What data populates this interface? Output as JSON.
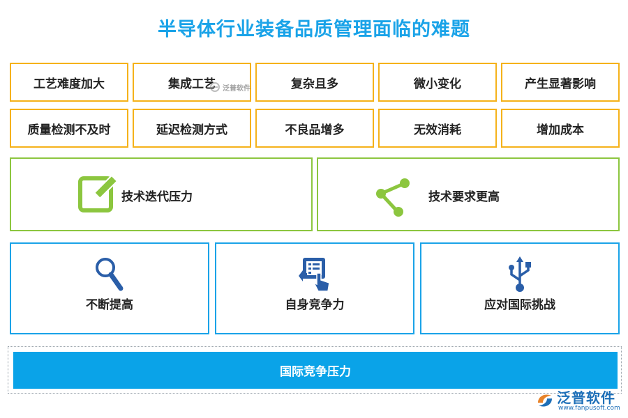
{
  "title": "半导体行业装备品质管理面临的难题",
  "row1": [
    "工艺难度加大",
    "集成工艺",
    "复杂且多",
    "微小变化",
    "产生显著影响"
  ],
  "row2": [
    "质量检测不及时",
    "延迟检测方式",
    "不良品增多",
    "无效消耗",
    "增加成本"
  ],
  "green": [
    {
      "label": "技术迭代压力",
      "icon": "edit-icon"
    },
    {
      "label": "技术要求更高",
      "icon": "share-icon"
    }
  ],
  "blue": [
    {
      "label": "不断提高",
      "icon": "magnifier-icon"
    },
    {
      "label": "自身竞争力",
      "icon": "touch-tablet-icon"
    },
    {
      "label": "应对国际挑战",
      "icon": "usb-icon"
    }
  ],
  "bottom": "国际竞争压力",
  "watermark": {
    "small": "泛普软件",
    "brand": "泛普软件",
    "url": "www.fanpusoft.com"
  },
  "colors": {
    "title": "#1aa3e8",
    "yellow": "#f5b21a",
    "green": "#8cc63f",
    "blue": "#1aa3e8",
    "bar": "#0aa3e8"
  }
}
